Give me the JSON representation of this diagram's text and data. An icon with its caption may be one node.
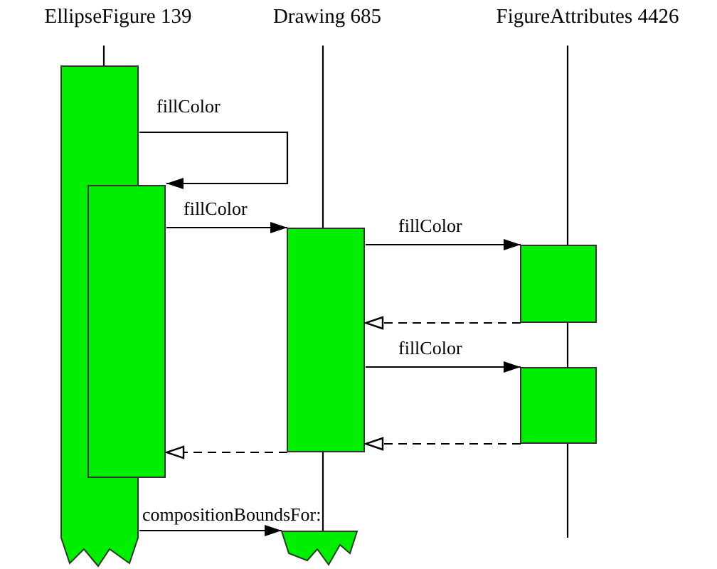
{
  "diagram": {
    "nodes": [
      {
        "text": [
          "EllipseFigure 139"
        ]
      },
      {
        "text": [
          "Drawing 685"
        ]
      },
      {
        "text": [
          "FigureAttributes 4426"
        ]
      },
      {
        "text": [],
        "shape": "bar"
      },
      {
        "text": [],
        "shape": "bar"
      },
      {
        "text": [],
        "shape": "bar"
      },
      {
        "text": [],
        "shape": "bar"
      },
      {
        "text": [],
        "shape": "bar"
      },
      {
        "text": [],
        "shape": "bar"
      }
    ],
    "edges": [
      {
        "from": 3,
        "to": 4,
        "arrow": "to",
        "label": "fillColor"
      },
      {
        "from": 4,
        "to": 5,
        "arrow": "to",
        "label": "fillColor"
      },
      {
        "from": 5,
        "to": 6,
        "arrow": "to",
        "label": "fillColor"
      },
      {
        "from": 6,
        "to": 5,
        "arrow": "to",
        "style": "dashed"
      },
      {
        "from": 5,
        "to": 7,
        "arrow": "to",
        "label": "fillColor"
      },
      {
        "from": 7,
        "to": 5,
        "arrow": "to",
        "style": "dashed"
      },
      {
        "from": 5,
        "to": 4,
        "arrow": "to",
        "style": "dashed"
      },
      {
        "from": 3,
        "to": 8,
        "arrow": "to",
        "label": "compositionBoundsFor:"
      },
      {
        "from": 0,
        "to": 3,
        "arrow": "none"
      },
      {
        "from": 1,
        "to": 5,
        "arrow": "none"
      },
      {
        "from": 5,
        "to": 8,
        "arrow": "none"
      },
      {
        "from": 2,
        "to": 6,
        "arrow": "none"
      },
      {
        "from": 6,
        "to": 7,
        "arrow": "none"
      },
      {
        "from": 7,
        "to": null,
        "arrow": "none"
      }
    ]
  }
}
